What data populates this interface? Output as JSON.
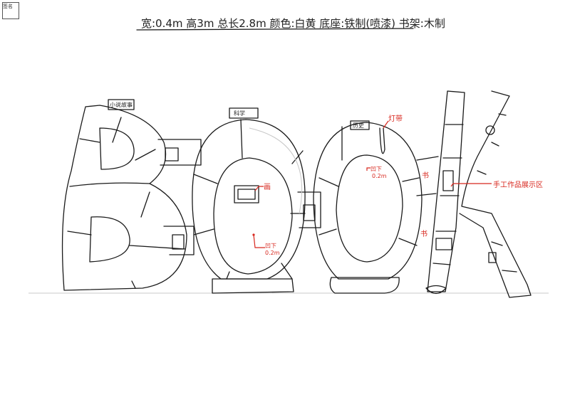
{
  "spec_line": "宽:0.4m 高3m 总长2.8m 颜色:白黄 底座:铁制(喷漆) 书架:木制",
  "shelf_labels": {
    "b_top": "小说故事",
    "o1_top": "科学",
    "o2_top": "历史"
  },
  "annotations": {
    "painting": "画",
    "recess_1": "凹下",
    "recess_1_depth": "0.2m",
    "recess_2": "凹下",
    "recess_2_depth": "0.2m",
    "light_strip": "灯带",
    "book_1": "书",
    "book_2": "书",
    "handicraft_zone": "手工作品展示区"
  },
  "stamp": "签名",
  "colors": {
    "ink": "#1a1a1a",
    "annotation": "#d8281f"
  }
}
